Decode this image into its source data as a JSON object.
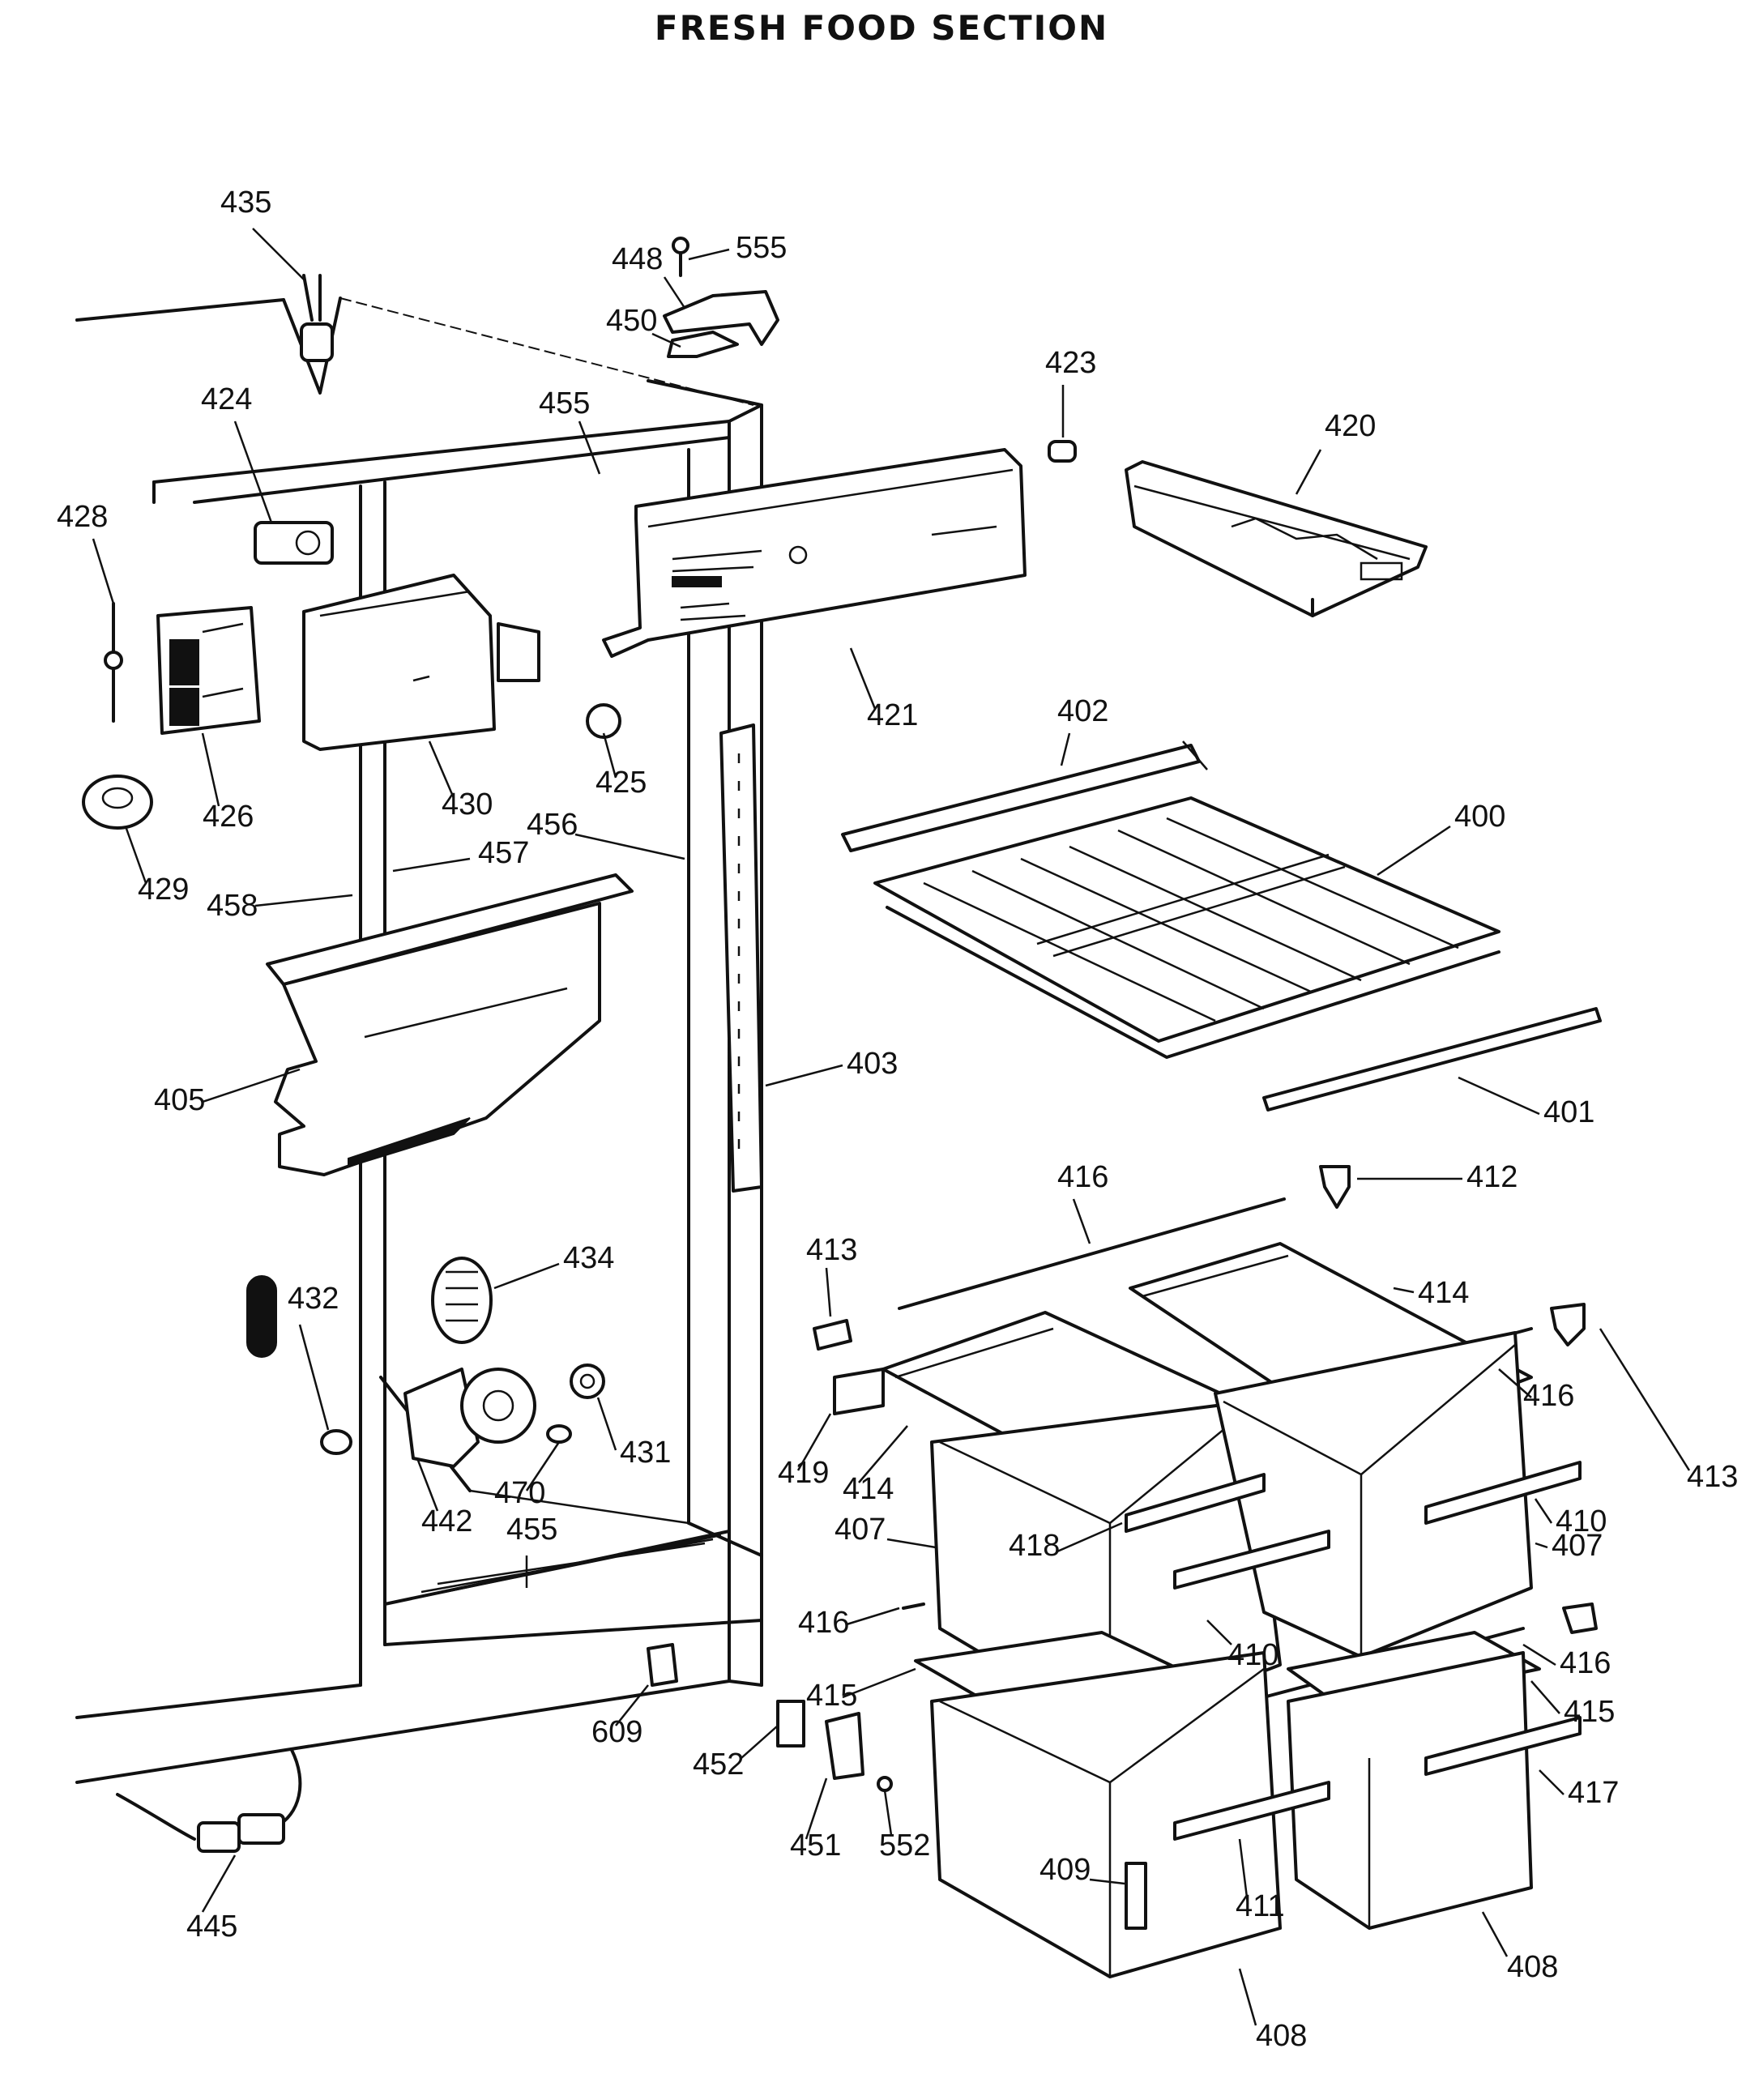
{
  "title": "FRESH FOOD SECTION",
  "labels": [
    {
      "id": "l435",
      "text": "435"
    },
    {
      "id": "l448",
      "text": "448"
    },
    {
      "id": "l555",
      "text": "555"
    },
    {
      "id": "l450",
      "text": "450"
    },
    {
      "id": "l423",
      "text": "423"
    },
    {
      "id": "l420",
      "text": "420"
    },
    {
      "id": "l424",
      "text": "424"
    },
    {
      "id": "l455a",
      "text": "455"
    },
    {
      "id": "l428",
      "text": "428"
    },
    {
      "id": "l426",
      "text": "426"
    },
    {
      "id": "l430",
      "text": "430"
    },
    {
      "id": "l425",
      "text": "425"
    },
    {
      "id": "l421",
      "text": "421"
    },
    {
      "id": "l402",
      "text": "402"
    },
    {
      "id": "l400",
      "text": "400"
    },
    {
      "id": "l429",
      "text": "429"
    },
    {
      "id": "l456",
      "text": "456"
    },
    {
      "id": "l457",
      "text": "457"
    },
    {
      "id": "l458",
      "text": "458"
    },
    {
      "id": "l405",
      "text": "405"
    },
    {
      "id": "l403",
      "text": "403"
    },
    {
      "id": "l401",
      "text": "401"
    },
    {
      "id": "l416a",
      "text": "416"
    },
    {
      "id": "l412",
      "text": "412"
    },
    {
      "id": "l413a",
      "text": "413"
    },
    {
      "id": "l414a",
      "text": "414"
    },
    {
      "id": "l434",
      "text": "434"
    },
    {
      "id": "l432",
      "text": "432"
    },
    {
      "id": "l416b",
      "text": "416"
    },
    {
      "id": "l413b",
      "text": "413"
    },
    {
      "id": "l419",
      "text": "419"
    },
    {
      "id": "l414b",
      "text": "414"
    },
    {
      "id": "l431",
      "text": "431"
    },
    {
      "id": "l470",
      "text": "470"
    },
    {
      "id": "l442",
      "text": "442"
    },
    {
      "id": "l407a",
      "text": "407"
    },
    {
      "id": "l418",
      "text": "418"
    },
    {
      "id": "l410a",
      "text": "410"
    },
    {
      "id": "l407b",
      "text": "407"
    },
    {
      "id": "l455b",
      "text": "455"
    },
    {
      "id": "l416c",
      "text": "416"
    },
    {
      "id": "l410b",
      "text": "410"
    },
    {
      "id": "l416d",
      "text": "416"
    },
    {
      "id": "l415a",
      "text": "415"
    },
    {
      "id": "l415b",
      "text": "415"
    },
    {
      "id": "l609",
      "text": "609"
    },
    {
      "id": "l452",
      "text": "452"
    },
    {
      "id": "l417",
      "text": "417"
    },
    {
      "id": "l451",
      "text": "451"
    },
    {
      "id": "l552",
      "text": "552"
    },
    {
      "id": "l409",
      "text": "409"
    },
    {
      "id": "l411",
      "text": "411"
    },
    {
      "id": "l445",
      "text": "445"
    },
    {
      "id": "l408a",
      "text": "408"
    },
    {
      "id": "l408b",
      "text": "408"
    }
  ]
}
